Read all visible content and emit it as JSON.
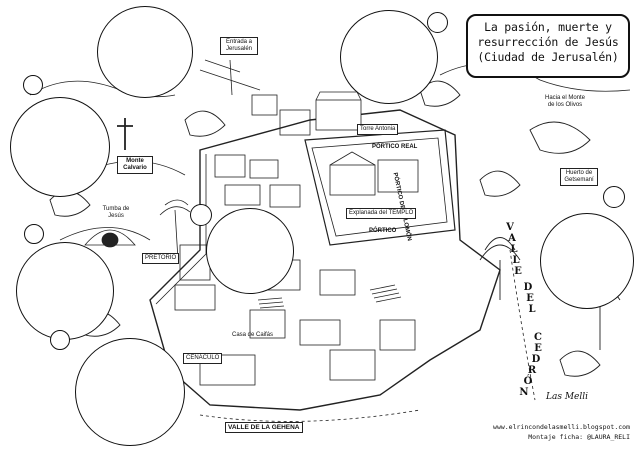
{
  "title": {
    "line1": "La pasión, muerte y",
    "line2": "resurrección de Jesús",
    "line3": "(Ciudad de Jerusalén)"
  },
  "labels": {
    "entrada": "Entrada a Jerusalén",
    "monte_olivos": "Hacia el Monte de los Olivos",
    "torre_antonia": "Torre Antonia",
    "portico_salomon": "PÓRTICO DE SALOMÓN",
    "portico_real": "PÓRTICO REAL",
    "explanada": "Explanada del TEMPLO",
    "portico": "PÓRTICO",
    "huerto": "Huerto de Getsemaní",
    "monte_calvario": "Monte Calvario",
    "tumba": "Tumba de Jesús",
    "pretorio": "PRETORIO",
    "casa_caifas": "Casa de Caifás",
    "cenaculo": "CENÁCULO",
    "valle_gehena": "VALLE DE LA GEHENA",
    "valle_cedron": [
      "V",
      "A",
      "L",
      "L",
      "E",
      " ",
      "D",
      "E",
      "L",
      " ",
      "C",
      "E",
      "D",
      "R",
      "Ó",
      "N"
    ]
  },
  "credits": {
    "blog": "www.elrincondelasmelli.blogspot.com",
    "montaje": "Montaje ficha: @LAURA_RELI",
    "signature": "Las Melli"
  }
}
